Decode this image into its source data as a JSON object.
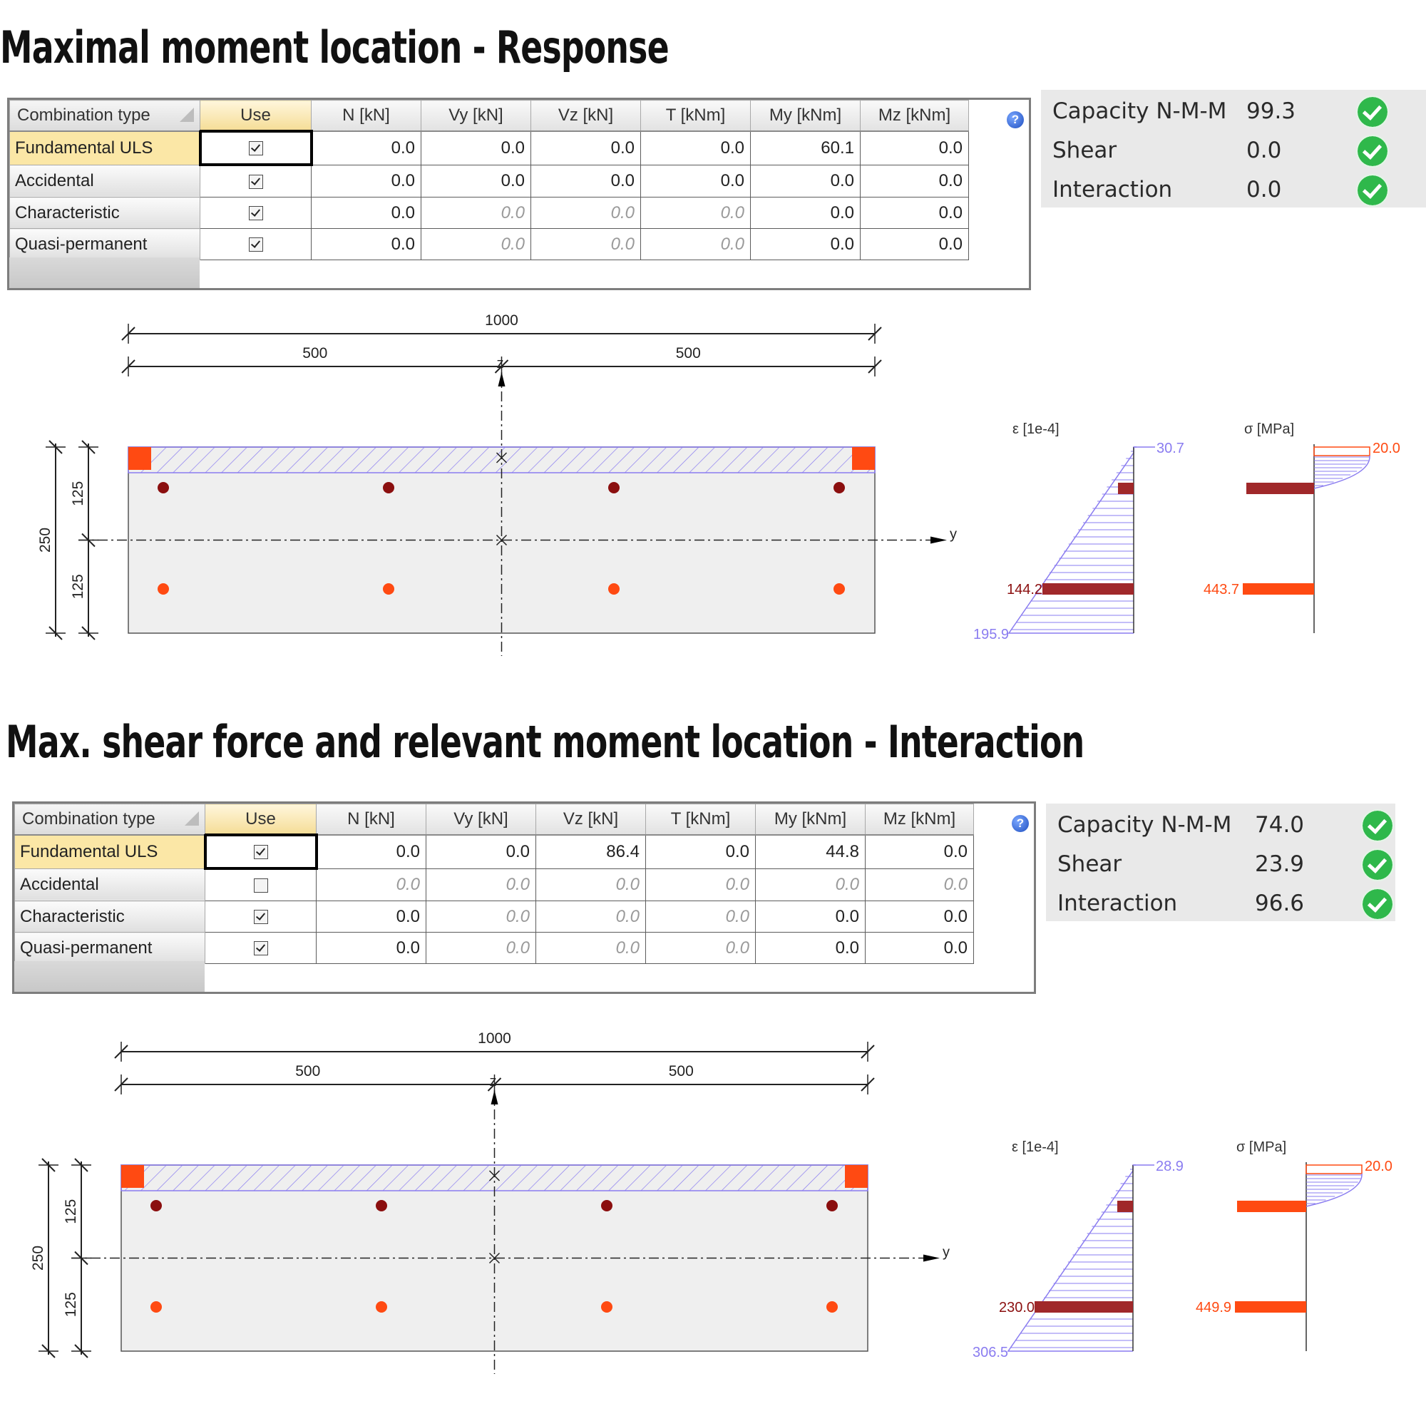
{
  "section1": {
    "title": "Maximal moment location - Response",
    "columns": [
      "Combination type",
      "Use",
      "N [kN]",
      "Vy [kN]",
      "Vz [kN]",
      "T [kNm]",
      "My [kNm]",
      "Mz [kNm]"
    ],
    "rows": [
      {
        "name": "Fundamental ULS",
        "use": true,
        "vals": [
          "0.0",
          "0.0",
          "0.0",
          "0.0",
          "60.1",
          "0.0"
        ],
        "muted": [
          false,
          false,
          false,
          false,
          false,
          false
        ]
      },
      {
        "name": "Accidental",
        "use": true,
        "vals": [
          "0.0",
          "0.0",
          "0.0",
          "0.0",
          "0.0",
          "0.0"
        ],
        "muted": [
          false,
          false,
          false,
          false,
          false,
          false
        ]
      },
      {
        "name": "Characteristic",
        "use": true,
        "vals": [
          "0.0",
          "0.0",
          "0.0",
          "0.0",
          "0.0",
          "0.0"
        ],
        "muted": [
          false,
          true,
          true,
          true,
          false,
          false
        ]
      },
      {
        "name": "Quasi-permanent",
        "use": true,
        "vals": [
          "0.0",
          "0.0",
          "0.0",
          "0.0",
          "0.0",
          "0.0"
        ],
        "muted": [
          false,
          true,
          true,
          true,
          false,
          false
        ]
      }
    ],
    "summary": [
      {
        "label": "Capacity N-M-M",
        "value": "99.3",
        "status": "ok"
      },
      {
        "label": "Shear",
        "value": "0.0",
        "status": "ok"
      },
      {
        "label": "Interaction",
        "value": "0.0",
        "status": "ok"
      }
    ],
    "drawing": {
      "dim_total": "1000",
      "dim_left": "500",
      "dim_right": "500",
      "dim_height": "250",
      "dim_top": "125",
      "dim_bottom": "125",
      "axis_y": "y",
      "axis_z": "z",
      "strain_title": "ε [1e-4]",
      "stress_title": "σ [MPa]",
      "strain_top": "30.7",
      "strain_bar": "144.2",
      "strain_bottom": "195.9",
      "stress_top": "20.0",
      "stress_bar": "443.7"
    }
  },
  "section2": {
    "title": "Max. shear force and relevant moment location - Interaction",
    "columns": [
      "Combination type",
      "Use",
      "N [kN]",
      "Vy [kN]",
      "Vz [kN]",
      "T [kNm]",
      "My [kNm]",
      "Mz [kNm]"
    ],
    "rows": [
      {
        "name": "Fundamental ULS",
        "use": true,
        "vals": [
          "0.0",
          "0.0",
          "86.4",
          "0.0",
          "44.8",
          "0.0"
        ],
        "muted": [
          false,
          false,
          false,
          false,
          false,
          false
        ]
      },
      {
        "name": "Accidental",
        "use": false,
        "vals": [
          "0.0",
          "0.0",
          "0.0",
          "0.0",
          "0.0",
          "0.0"
        ],
        "muted": [
          true,
          true,
          true,
          true,
          true,
          true
        ]
      },
      {
        "name": "Characteristic",
        "use": true,
        "vals": [
          "0.0",
          "0.0",
          "0.0",
          "0.0",
          "0.0",
          "0.0"
        ],
        "muted": [
          false,
          true,
          true,
          true,
          false,
          false
        ]
      },
      {
        "name": "Quasi-permanent",
        "use": true,
        "vals": [
          "0.0",
          "0.0",
          "0.0",
          "0.0",
          "0.0",
          "0.0"
        ],
        "muted": [
          false,
          true,
          true,
          true,
          false,
          false
        ]
      }
    ],
    "summary": [
      {
        "label": "Capacity N-M-M",
        "value": "74.0",
        "status": "ok"
      },
      {
        "label": "Shear",
        "value": "23.9",
        "status": "ok"
      },
      {
        "label": "Interaction",
        "value": "96.6",
        "status": "ok"
      }
    ],
    "drawing": {
      "dim_total": "1000",
      "dim_left": "500",
      "dim_right": "500",
      "dim_height": "250",
      "dim_top": "125",
      "dim_bottom": "125",
      "axis_y": "y",
      "axis_z": "z",
      "strain_title": "ε [1e-4]",
      "stress_title": "σ [MPa]",
      "strain_top": "28.9",
      "strain_bar": "230.0",
      "strain_bottom": "306.5",
      "stress_top": "20.0",
      "stress_bar": "449.9"
    }
  },
  "colors": {
    "steel_top": "#8b0f0f",
    "steel_bottom": "#ff4a12",
    "strain_hatch": "#8a7cf0",
    "stress_bar_top": "#a0282a",
    "check_ok": "#2fb84b"
  }
}
